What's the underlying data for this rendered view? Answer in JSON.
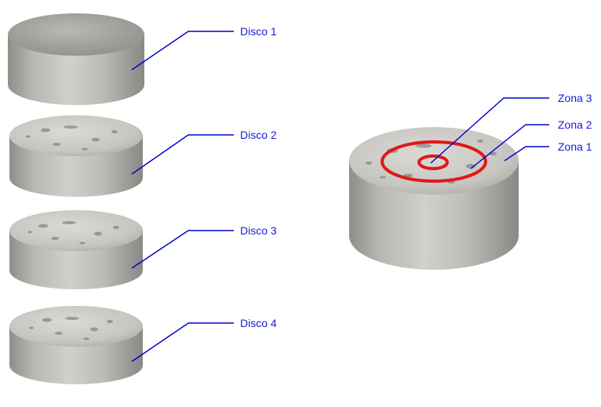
{
  "disc_labels": [
    "Disco 1",
    "Disco 2",
    "Disco 3",
    "Disco 4"
  ],
  "zone_labels": [
    "Zona 3",
    "Zona 2",
    "Zona 1"
  ],
  "colors": {
    "leader_line": "#0000cc",
    "label_text": "#1a1ad6",
    "zone_ring": "#e01818",
    "concrete_side_light": "#c9c7c2",
    "concrete_side_dark": "#8e8c87",
    "concrete_top": "#cfcdc8",
    "aggregate": "#6e6c68"
  }
}
